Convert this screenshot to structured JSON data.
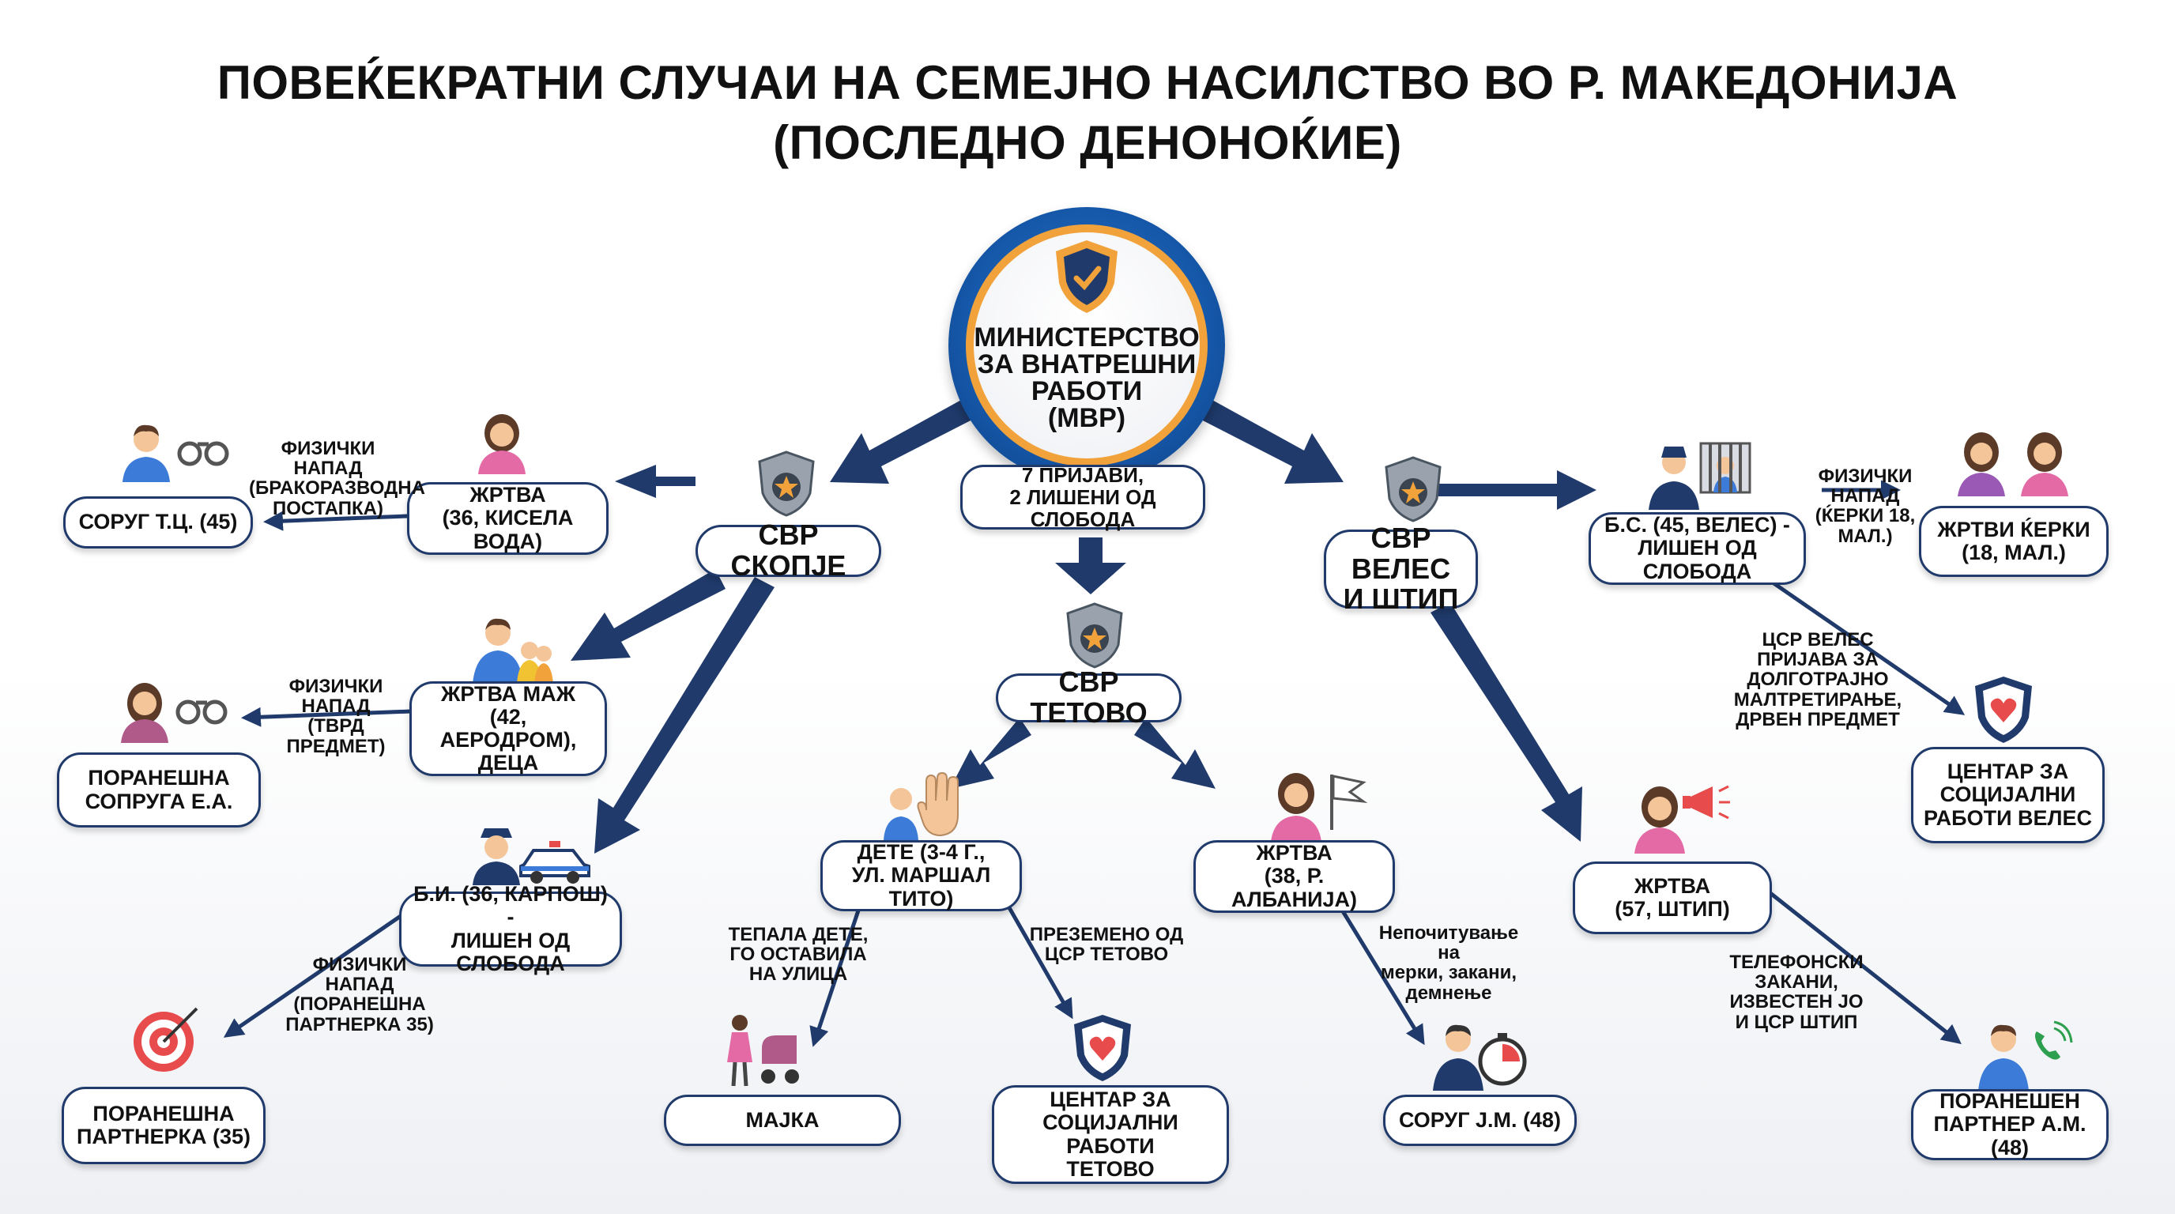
{
  "title": {
    "line1": "ПОВЕЌЕКРАТНИ СЛУЧАИ НА СЕМЕЈНО НАСИЛСТВО ВО Р. МАКЕДОНИЈА",
    "line2": "(ПОСЛЕДНО ДЕНОНОЌИЕ)"
  },
  "colors": {
    "arrow": "#1f3a6b",
    "box_border": "#1f3a6b",
    "ring": "#f1a23b",
    "circle": "#1557a8",
    "heart": "#e84b4b",
    "person_pink": "#e46aa6",
    "person_blue": "#3d7bd8"
  },
  "ministry": {
    "label": "МИНИСТЕРСТВО\nЗА ВНАТРЕШНИ\nРАБОТИ\n(МВР)"
  },
  "summary": "7 ПРИЈАВИ,\n2 ЛИШЕНИ ОД СЛОБОДА",
  "skopje": {
    "hub": "СВР СКОПЈЕ",
    "case1": {
      "victim": "ЖРТВА\n(36, КИСЕЛА ВОДА)",
      "action": "ФИЗИЧКИ НАПАД\n(БРАКОРАЗВОДНА\nПОСТАПКА)",
      "perpetrator": "СОРУГ Т.Ц. (45)"
    },
    "case2": {
      "victim": "ЖРТВА МАЖ\n(42, АЕРОДРОМ),\nДЕЦА",
      "action": "ФИЗИЧКИ\nНАПАД\n(ТВРД\nПРЕДМЕТ)",
      "perpetrator": "ПОРАНЕШНА\nСОПРУГА Е.А."
    },
    "case3": {
      "perpetrator": "Б.И. (36, КАРПОШ) -\nЛИШЕН ОД СЛОБОДА",
      "action": "ФИЗИЧКИ\nНАПАД\n(ПОРАНЕШНА\nПАРТНЕРКА 35)",
      "victim": "ПОРАНЕШНА\nПАРТНЕРКА (35)"
    }
  },
  "tetovo": {
    "hub": "СВР ТЕТОВО",
    "case1": {
      "child": "ДЕТЕ (3-4 Г.,\nУЛ. МАРШАЛ ТИТО)",
      "action_left": "ТЕПАЛА ДЕТЕ,\nГО ОСТАВИЛА\nНА УЛИЦА",
      "mother": "МАЈКА",
      "action_right": "ПРЕЗЕМЕНО ОД\nЦСР ТЕТОВО",
      "center": "ЦЕНТАР ЗА\nСОЦИЈАЛНИ РАБОТИ\nТЕТОВО"
    },
    "case2": {
      "victim": "ЖРТВА\n(38, Р. АЛБАНИЈА)",
      "action": "Непочитување на\nмерки, закани,\nдемнење",
      "perpetrator": "СОРУГ Ј.М. (48)"
    }
  },
  "veles": {
    "hub": "СВР ВЕЛЕС\nИ ШТИП",
    "case1": {
      "perpetrator": "Б.С. (45, ВЕЛЕС) -\nЛИШЕН ОД СЛОБОДА",
      "action": "ФИЗИЧКИ\nНАПАД\n(ЌЕРКИ 18,\nМАЛ.)",
      "victims": "ЖРТВИ ЌЕРКИ\n(18, МАЛ.)",
      "report": "ЦСР ВЕЛЕС\nПРИЈАВА ЗА\nДОЛГОТРАЈНО\nМАЛТРЕТИРАЊЕ,\nДРВЕН ПРЕДМЕТ",
      "center": "ЦЕНТАР ЗА\nСОЦИЈАЛНИ\nРАБОТИ ВЕЛЕС"
    },
    "case2": {
      "victim": "ЖРТВА\n(57, ШТИП)",
      "action": "ТЕЛЕФОНСКИ\nЗАКАНИ,\nИЗВЕСТЕН ЈО\nИ ЦСР ШТИП",
      "perpetrator": "ПОРАНЕШЕН\nПАРТНЕР А.М. (48)"
    }
  }
}
